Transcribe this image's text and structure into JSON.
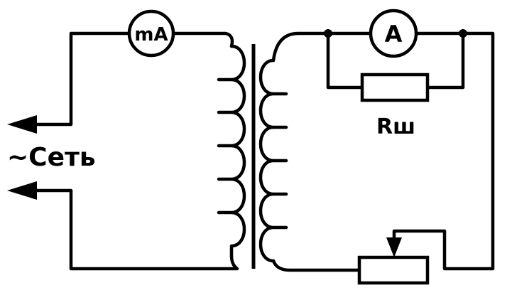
{
  "diagram": {
    "source_label": "~Сеть",
    "milliammeter_label": "mA",
    "ammeter_label": "A",
    "shunt_label": "Rш"
  },
  "colors": {
    "ink": "#000000",
    "background": "#ffffff"
  }
}
